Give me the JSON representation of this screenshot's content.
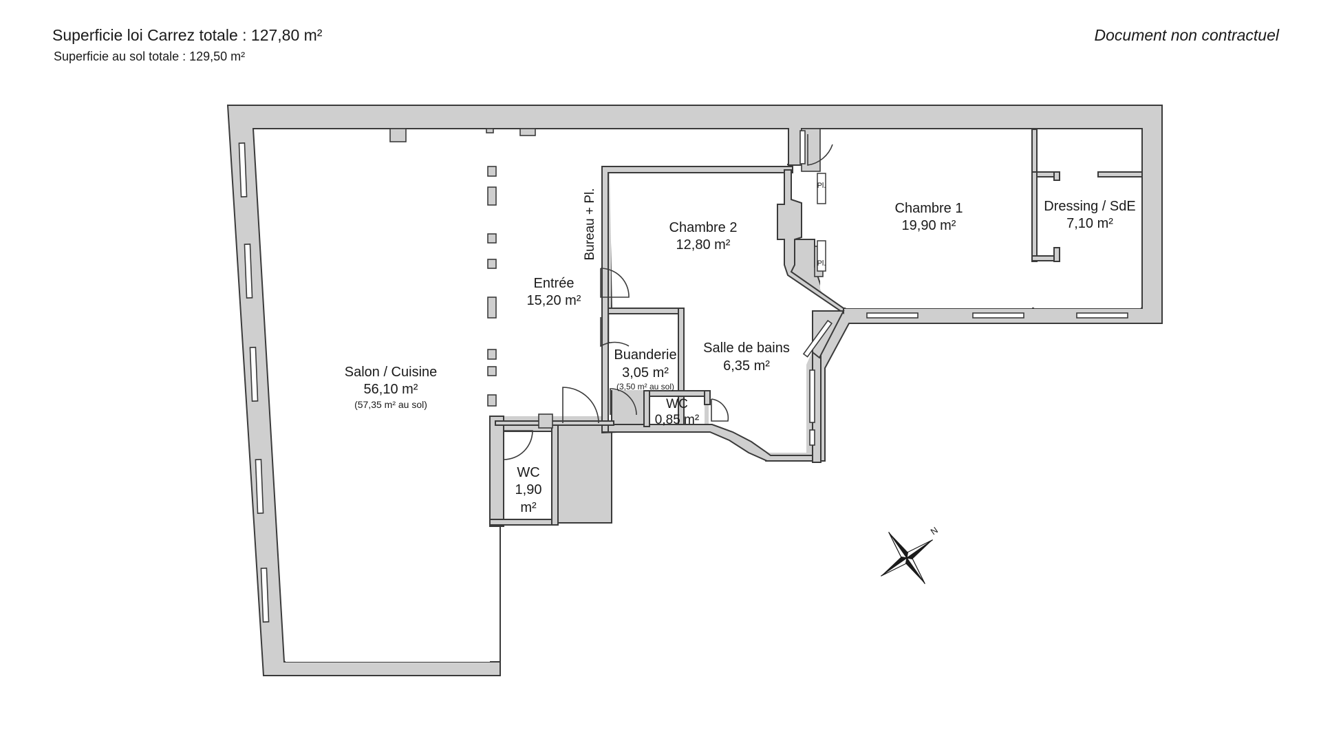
{
  "header": {
    "total_carrez": "Superficie loi Carrez totale : 127,80 m²",
    "total_sol": "Superficie au sol totale : 129,50 m²",
    "disclaimer": "Document non contractuel"
  },
  "rooms": {
    "salon": {
      "name": "Salon / Cuisine",
      "area": "56,10 m²",
      "note": "(57,35 m² au sol)"
    },
    "entree": {
      "name": "Entrée",
      "area": "15,20 m²"
    },
    "bureau": {
      "name": "Bureau + Pl."
    },
    "chambre2": {
      "name": "Chambre 2",
      "area": "12,80 m²"
    },
    "chambre1": {
      "name": "Chambre 1",
      "area": "19,90 m²"
    },
    "dressing": {
      "name": "Dressing / SdE",
      "area": "7,10 m²"
    },
    "buanderie": {
      "name": "Buanderie",
      "area": "3,05 m²",
      "note": "(3,50 m² au sol)"
    },
    "sdb": {
      "name": "Salle de bains",
      "area": "6,35 m²"
    },
    "wc_small": {
      "name": "WC",
      "area": "0,85 m²"
    },
    "wc": {
      "name": "WC",
      "area_line1": "1,90",
      "area_line2": "m²"
    }
  },
  "placard": {
    "label_top": "Pl.",
    "label_bottom": "Pl."
  },
  "compass": {
    "north_label": "N"
  },
  "colors": {
    "wall_fill": "#cfcfcf",
    "wall_stroke": "#3a3a3a",
    "text": "#1a1a1a"
  }
}
